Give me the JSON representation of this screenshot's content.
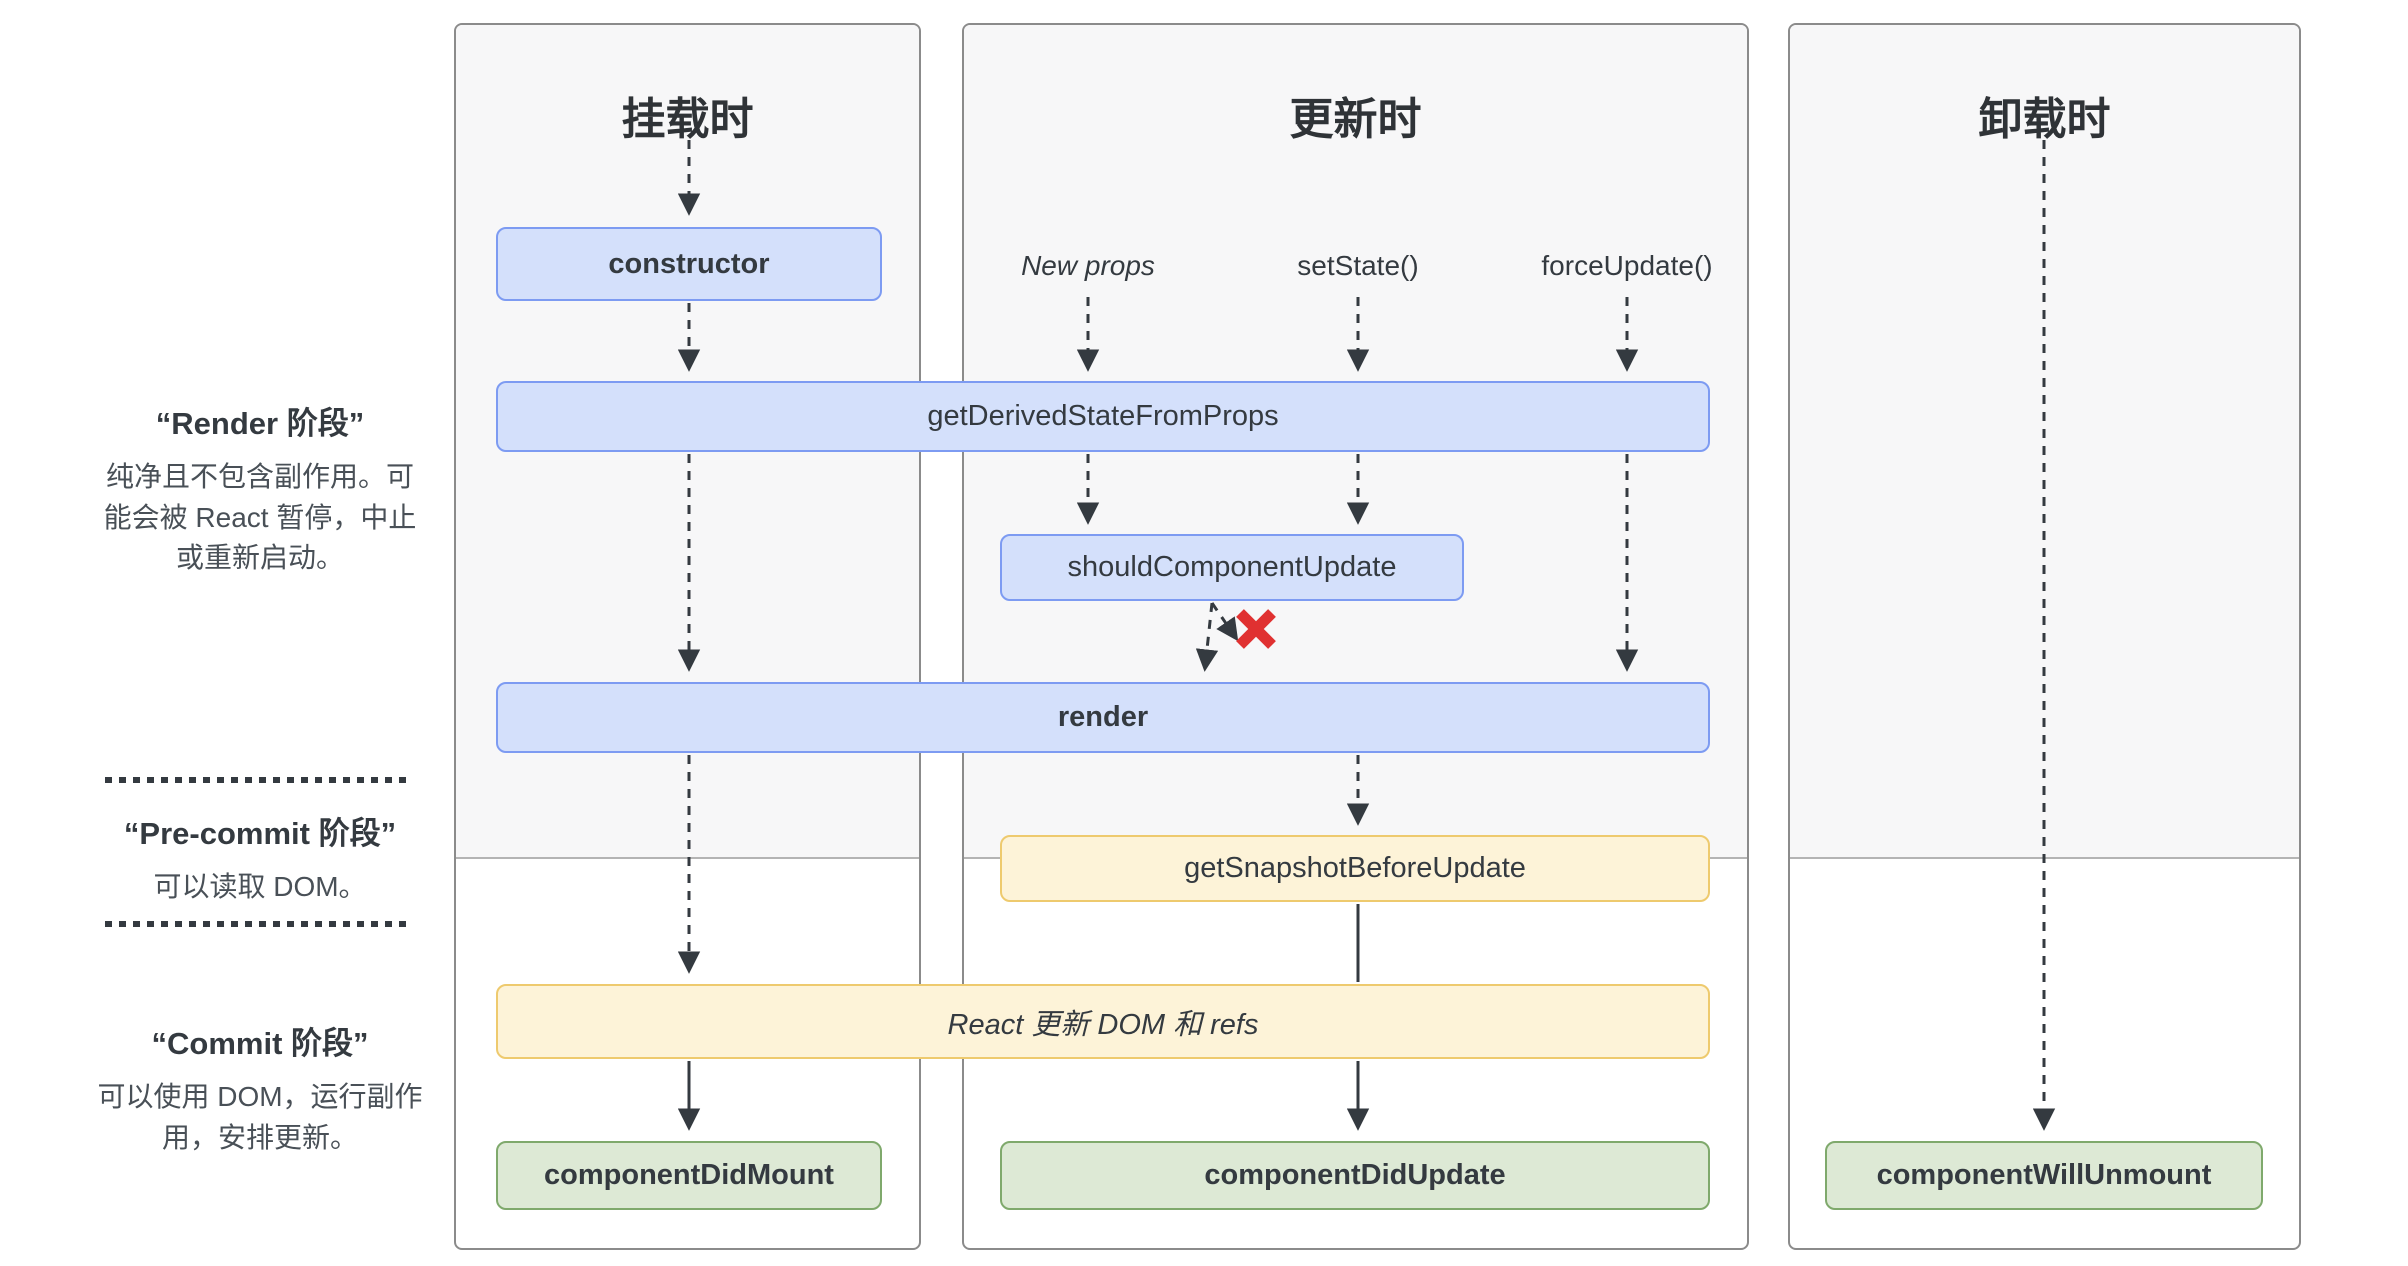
{
  "columns": [
    {
      "title": "挂载时"
    },
    {
      "title": "更新时"
    },
    {
      "title": "卸载时"
    }
  ],
  "phases": {
    "render": {
      "title": "“Render 阶段”",
      "desc": "纯净且不包含副作用。可能会被 React 暂停，中止或重新启动。"
    },
    "pre_commit": {
      "title": "“Pre-commit 阶段”",
      "desc": "可以读取 DOM。"
    },
    "commit": {
      "title": "“Commit 阶段”",
      "desc": "可以使用 DOM，运行副作用，安排更新。"
    }
  },
  "triggers": {
    "new_props": "New props",
    "set_state": "setState()",
    "force_update": "forceUpdate()"
  },
  "methods": {
    "constructor": "constructor",
    "get_derived_state_from_props": "getDerivedStateFromProps",
    "should_component_update": "shouldComponentUpdate",
    "render": "render",
    "get_snapshot_before_update": "getSnapshotBeforeUpdate",
    "react_updates_dom": "React 更新 DOM 和 refs",
    "component_did_mount": "componentDidMount",
    "component_did_update": "componentDidUpdate",
    "component_will_unmount": "componentWillUnmount"
  },
  "icons": {
    "stop_x": "cancelled-update-x"
  },
  "colors": {
    "box_blue_fill": "#d4e0fb",
    "box_blue_border": "#7d9bf2",
    "box_yellow_fill": "#fdf3d8",
    "box_yellow_border": "#eeca6e",
    "box_green_fill": "#dde9d5",
    "box_green_border": "#7fa96c",
    "arrow": "#343a40",
    "stop_x_red": "#e03131",
    "column_bg_gray": "#f7f7f8",
    "column_border": "#8b8b8b"
  }
}
